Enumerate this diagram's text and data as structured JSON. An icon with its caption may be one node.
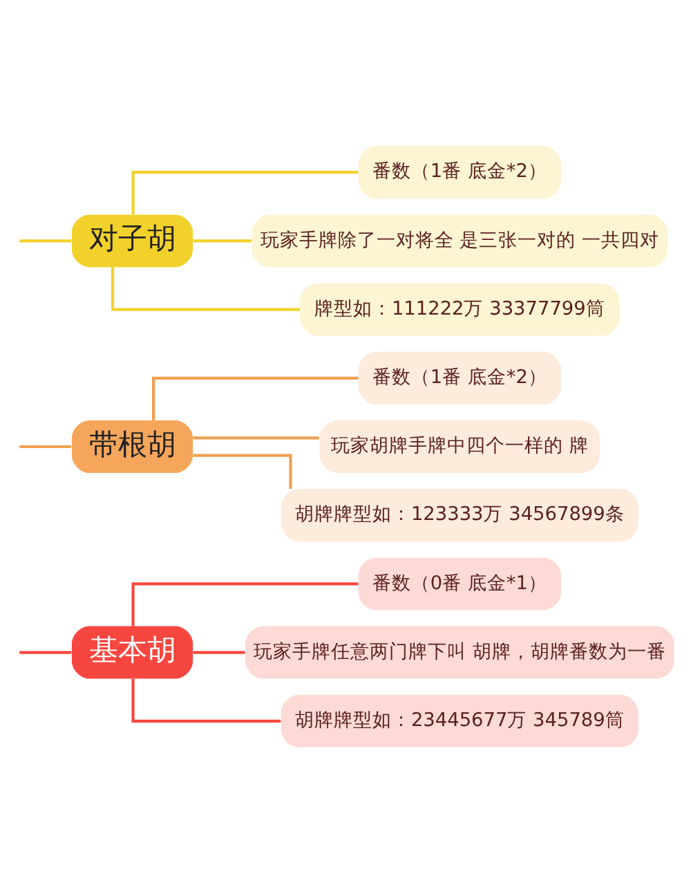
{
  "diagram": {
    "nodes": [
      {
        "text": [
          "基本胡"
        ]
      },
      {
        "text": [
          "番数（0番 底金*1）"
        ]
      },
      {
        "text": [
          "玩家手牌任意两门牌下叫 胡牌，胡牌番数为一番"
        ]
      },
      {
        "text": [
          "胡牌牌型如：23445677万 345789筒"
        ]
      },
      {
        "text": [
          "带根胡"
        ]
      },
      {
        "text": [
          "番数（1番 底金*2）"
        ]
      },
      {
        "text": [
          "玩家胡牌手牌中四个一样的 牌"
        ]
      },
      {
        "text": [
          "胡牌牌型如：123333万 34567899条"
        ]
      },
      {
        "text": [
          "对子胡"
        ]
      },
      {
        "text": [
          "番数（1番 底金*2）"
        ]
      },
      {
        "text": [
          "玩家手牌除了一对将全 是三张一对的 一共四对"
        ]
      },
      {
        "text": [
          "牌型如：111222万 33377799筒"
        ]
      }
    ],
    "edges": [
      {
        "from": null,
        "to": 0,
        "arrow": "none",
        "color": "#f5473f"
      },
      {
        "from": 0,
        "to": 1,
        "arrow": "none",
        "color": "#f5473f"
      },
      {
        "from": 0,
        "to": 2,
        "arrow": "none",
        "color": "#f5473f"
      },
      {
        "from": 0,
        "to": 3,
        "arrow": "none",
        "color": "#f5473f"
      },
      {
        "from": null,
        "to": 4,
        "arrow": "none",
        "color": "#f0a050"
      },
      {
        "from": 4,
        "to": 5,
        "arrow": "none",
        "color": "#f0a050"
      },
      {
        "from": 4,
        "to": 6,
        "arrow": "none",
        "color": "#f0a050"
      },
      {
        "from": 4,
        "to": 7,
        "arrow": "none",
        "color": "#f0a050"
      },
      {
        "from": null,
        "to": 8,
        "arrow": "none",
        "color": "#f2d12c"
      },
      {
        "from": 8,
        "to": 9,
        "arrow": "none",
        "color": "#f2d12c"
      },
      {
        "from": 8,
        "to": 10,
        "arrow": "none",
        "color": "#f2d12c"
      },
      {
        "from": 8,
        "to": 11,
        "arrow": "none",
        "color": "#f2d12c"
      }
    ]
  }
}
